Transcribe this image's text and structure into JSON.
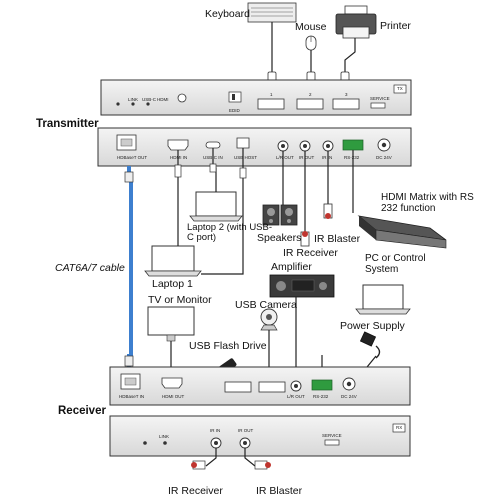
{
  "labels": {
    "keyboard": "Keyboard",
    "mouse": "Mouse",
    "printer": "Printer",
    "transmitter": "Transmitter",
    "receiver": "Receiver",
    "hdmi_matrix": "HDMI Matrix with RS 232 function",
    "speakers": "Speakers",
    "ir_blaster": "IR Blaster",
    "ir_receiver": "IR Receiver",
    "laptop2": "Laptop 2 (with USB-C port)",
    "laptop1": "Laptop 1",
    "cable": "CAT6A/7 cable",
    "amplifier": "Amplifier",
    "pc": "PC or Control System",
    "tv": "TV or Monitor",
    "usb_camera": "USB Camera",
    "usb_flash": "USB Flash Drive",
    "power_supply": "Power Supply",
    "bottom_ir_receiver": "IR Receiver",
    "bottom_ir_blaster": "IR Blaster"
  },
  "panel_text": {
    "tx_top_link": "LINK",
    "tx_top_usbc": "USB-C",
    "tx_top_hdmi": "HDMI",
    "tx_top_edid": "EDID",
    "tx_top_service": "SERVICE",
    "tx_top_badge": "TX",
    "tx_top_port1": "1",
    "tx_top_port2": "2",
    "tx_top_port3": "3",
    "tx_hdbaset": "HDBaseT OUT",
    "tx_hdmi_in": "HDMI IN",
    "tx_usbc_in": "USB-C IN",
    "tx_usb_host": "USB HOST",
    "tx_lr_out": "L/R OUT",
    "tx_ir_out": "IR OUT",
    "tx_ir_in": "IR IN",
    "tx_rs232": "RS-232",
    "tx_dc": "DC 24V",
    "rx_hdbaset": "HDBaseT IN",
    "rx_hdmi_out": "HDMI OUT",
    "rx_lr_out": "L/R OUT",
    "rx_rs232": "RS-232",
    "rx_dc": "DC 24V",
    "rx_bottom_link": "LINK",
    "rx_bottom_ir_in": "IR IN",
    "rx_bottom_ir_out": "IR OUT",
    "rx_bottom_service": "SERVICE",
    "rx_bottom_badge": "RX"
  }
}
